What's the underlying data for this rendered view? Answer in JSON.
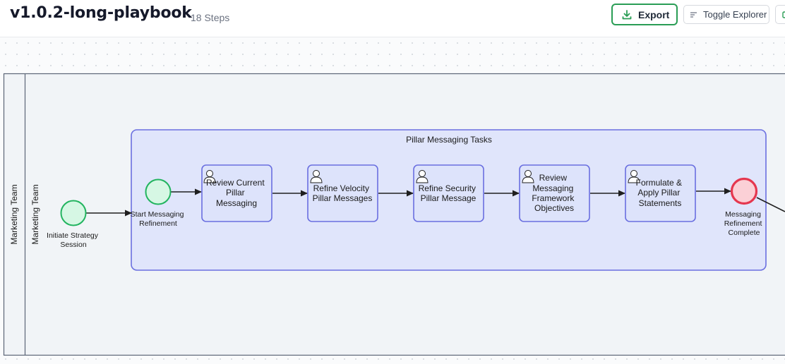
{
  "header": {
    "title": "v1.0.2-long-playbook",
    "steps": "18 Steps",
    "export_label": "Export",
    "toggle_label": "Toggle Explorer"
  },
  "diagram": {
    "pool_label": "Marketing Team",
    "lane_label": "Marketing Team",
    "subprocess_label": "Pillar Messaging Tasks",
    "start_event_label": [
      "Initiate Strategy",
      "Session"
    ],
    "sub_start_label": [
      "Start Messaging",
      "Refinement"
    ],
    "sub_end_label": [
      "Messaging",
      "Refinement",
      "Complete"
    ],
    "tasks": [
      {
        "lines": [
          "Review Current",
          "Pillar",
          "Messaging"
        ]
      },
      {
        "lines": [
          "Refine Velocity",
          "Pillar Messages"
        ]
      },
      {
        "lines": [
          "Refine Security",
          "Pillar Message"
        ]
      },
      {
        "lines": [
          "Review",
          "Messaging",
          "Framework",
          "Objectives"
        ]
      },
      {
        "lines": [
          "Formulate &",
          "Apply Pillar",
          "Statements"
        ]
      }
    ]
  },
  "colors": {
    "accent_green": "#2a9d55",
    "start_fill": "#d6f7e4",
    "start_stroke": "#22b45f",
    "end_fill": "#fbd0d6",
    "end_stroke": "#e5374f",
    "task_fill": "#dde3fb",
    "task_stroke": "#6a6fe0",
    "lane_fill": "#f1f4f7"
  },
  "icons": {
    "export": "download-icon",
    "toggle": "list-icon",
    "task": "user-icon"
  }
}
